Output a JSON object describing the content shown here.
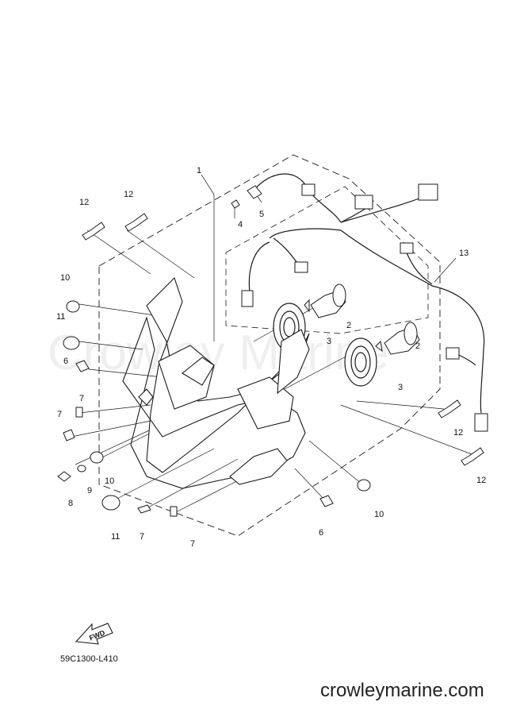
{
  "diagram": {
    "callouts": [
      "1",
      "12",
      "12",
      "4",
      "5",
      "10",
      "11",
      "6",
      "7",
      "7",
      "8",
      "9",
      "10",
      "11",
      "7",
      "7",
      "6",
      "10",
      "2",
      "2",
      "3",
      "3",
      "13",
      "12",
      "12"
    ],
    "fwd_label": "FWD",
    "watermark": "Crowley Marine",
    "drawing_code": "59C1300-L410",
    "site": "crowleymarine.com"
  },
  "colors": {
    "line": "#1a1a1a",
    "background": "#ffffff"
  }
}
